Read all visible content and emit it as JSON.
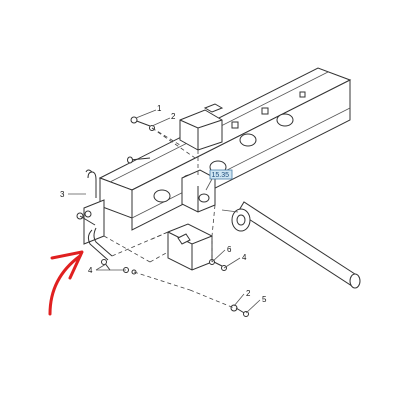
{
  "diagram": {
    "callouts": {
      "c1": "1",
      "c2a": "2",
      "c3": "3",
      "c4a": "4",
      "c6": "6",
      "c4b": "4",
      "c2b": "2",
      "c5": "5"
    },
    "reference_tag": "15.35",
    "colors": {
      "line": "#333333",
      "reference_tag_fill": "#cfe6f3",
      "reference_tag_border": "#4a7fa8",
      "annotation_arrow": "#e02020"
    }
  }
}
